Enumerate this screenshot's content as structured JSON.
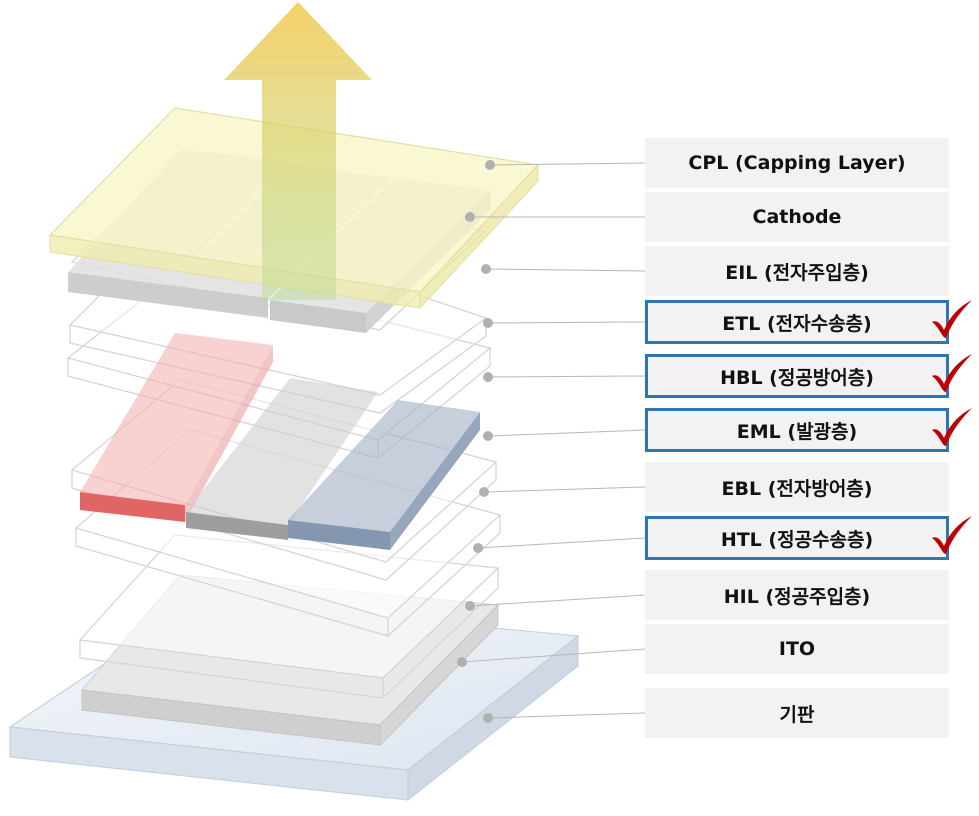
{
  "colors": {
    "label_bg": "#f2f2f2",
    "highlight_border": "#2e75b6",
    "check_mark": "#c00000",
    "arrow_top": "#f2c94c",
    "arrow_bottom": "#a8d08d",
    "cpl_layer": "#f7f5c4",
    "emitter_red": "#e06666",
    "emitter_gray": "#9e9e9e",
    "emitter_blue": "#8496b0",
    "substrate": "#e3e9f3"
  },
  "layers": [
    {
      "label": "CPL (Capping Layer)",
      "highlighted": false
    },
    {
      "label": "Cathode",
      "highlighted": false
    },
    {
      "label": "EIL (전자주입층)",
      "highlighted": false
    },
    {
      "label": "ETL (전자수송층)",
      "highlighted": true
    },
    {
      "label": "HBL (정공방어층)",
      "highlighted": true
    },
    {
      "label": "EML (발광층)",
      "highlighted": true
    },
    {
      "label": "EBL (전자방어층)",
      "highlighted": false
    },
    {
      "label": "HTL (정공수송층)",
      "highlighted": true
    },
    {
      "label": "HIL (정공주입층)",
      "highlighted": false
    },
    {
      "label": "ITO",
      "highlighted": false
    },
    {
      "label": "기판",
      "highlighted": false
    }
  ],
  "icons": {
    "arrow": "up-arrow-icon",
    "check": "check-mark-icon"
  }
}
